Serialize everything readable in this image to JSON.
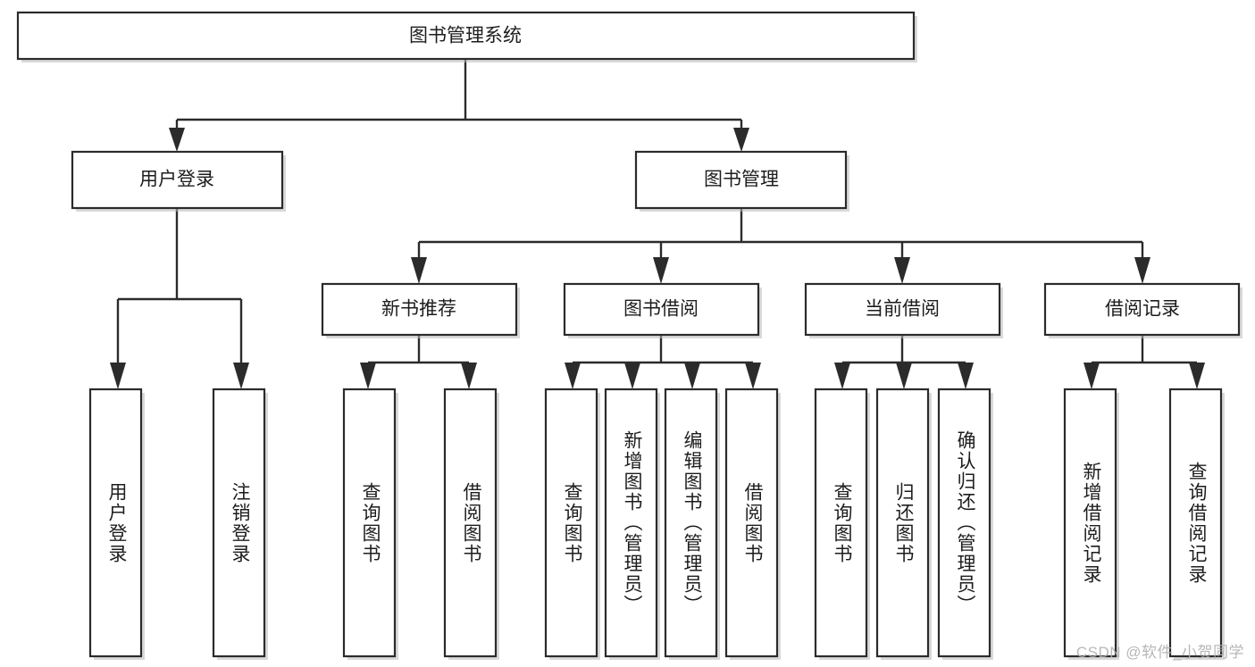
{
  "diagram": {
    "type": "tree-hierarchy",
    "title": "图书管理系统",
    "watermark": "CSDN @软件_小贺同学",
    "colors": {
      "box_fill": "#ffffff",
      "box_stroke": "#2b2b2b",
      "connector": "#2b2b2b",
      "text": "#1d1d1d",
      "watermark": "#b0b0b0",
      "background": "#ffffff"
    },
    "root": {
      "label": "图书管理系统"
    },
    "level2": [
      {
        "label": "用户登录"
      },
      {
        "label": "图书管理"
      }
    ],
    "level3": [
      {
        "label": "新书推荐",
        "parent": "图书管理"
      },
      {
        "label": "图书借阅",
        "parent": "图书管理"
      },
      {
        "label": "当前借阅",
        "parent": "图书管理"
      },
      {
        "label": "借阅记录",
        "parent": "图书管理"
      }
    ],
    "leaves": {
      "user_login": [
        {
          "label": "用户登录"
        },
        {
          "label": "注销登录"
        }
      ],
      "new_book_recommend": [
        {
          "label": "查询图书"
        },
        {
          "label": "借阅图书"
        }
      ],
      "book_borrow": [
        {
          "label": "查询图书"
        },
        {
          "label": "新增图书（管理员）"
        },
        {
          "label": "编辑图书（管理员）"
        },
        {
          "label": "借阅图书"
        }
      ],
      "current_borrow": [
        {
          "label": "查询图书"
        },
        {
          "label": "归还图书"
        },
        {
          "label": "确认归还（管理员）"
        }
      ],
      "borrow_record": [
        {
          "label": "新增借阅记录"
        },
        {
          "label": "查询借阅记录"
        }
      ]
    }
  }
}
